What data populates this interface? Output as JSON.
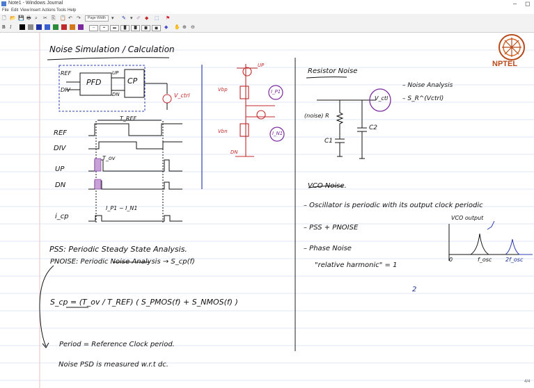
{
  "window": {
    "title": "Note1 - Windows Journal",
    "minimize": "–",
    "maximize": "◻"
  },
  "menu": [
    "File",
    "Edit",
    "View",
    "Insert",
    "Actions",
    "Tools",
    "Help"
  ],
  "toolbar": {
    "page_width": "Page Width",
    "pen_swatches": [
      "#000000",
      "#8c8c8c",
      "#1f35a6",
      "#3a5fd0",
      "#2a8c3a",
      "#c0282a",
      "#d47a1c",
      "#7a2a9c"
    ]
  },
  "logo": {
    "text": "NPTEL"
  },
  "notes": {
    "heading": "Noise Simulation / Calculation",
    "ref": "REF",
    "div": "DIV",
    "pfd": "PFD",
    "cp": "CP",
    "up": "UP",
    "dn": "DN",
    "vctrl": "V_ctrl",
    "tref": "T_REF",
    "tov": "T_ov",
    "icp": "i_cp",
    "inoise": "I_P1 − I_N1",
    "pss": "PSS: Periodic Steady State Analysis.",
    "pnoise": "PNOISE: Periodic Noise Analysis → S_cp(f)",
    "scp": "S_cp = (T_ov / T_REF) ( S_PMOS(f) + S_NMOS(f) )",
    "period": "Period = Reference Clock period.",
    "psd": "Noise PSD is measured w.r.t dc.",
    "resistor_noise": "Resistor Noise",
    "noise_analysis": "– Noise Analysis",
    "sr": "– S_R^(Vctrl)",
    "noise_r": "(noise) R",
    "c1": "C1",
    "c2": "C2",
    "vctl": "V_ctl",
    "vco_noise": "VCO Noise.",
    "osc": "– Oscillator is periodic with its output clock periodic",
    "pss_pnoise": "– PSS + PNOISE",
    "phase_noise": "– Phase Noise",
    "relative": "\"relative harmonic\" = 1",
    "two": "2",
    "vco_output": "VCO output",
    "fosc": "f_osc",
    "two_fosc": "2f_osc",
    "zero": "0",
    "vbp": "Vbp",
    "vbn": "Vbn",
    "dn_sw": "DN",
    "up_sw": "UP",
    "ip1": "I_P1",
    "in1": "I_N1"
  },
  "page_number": "4/4"
}
